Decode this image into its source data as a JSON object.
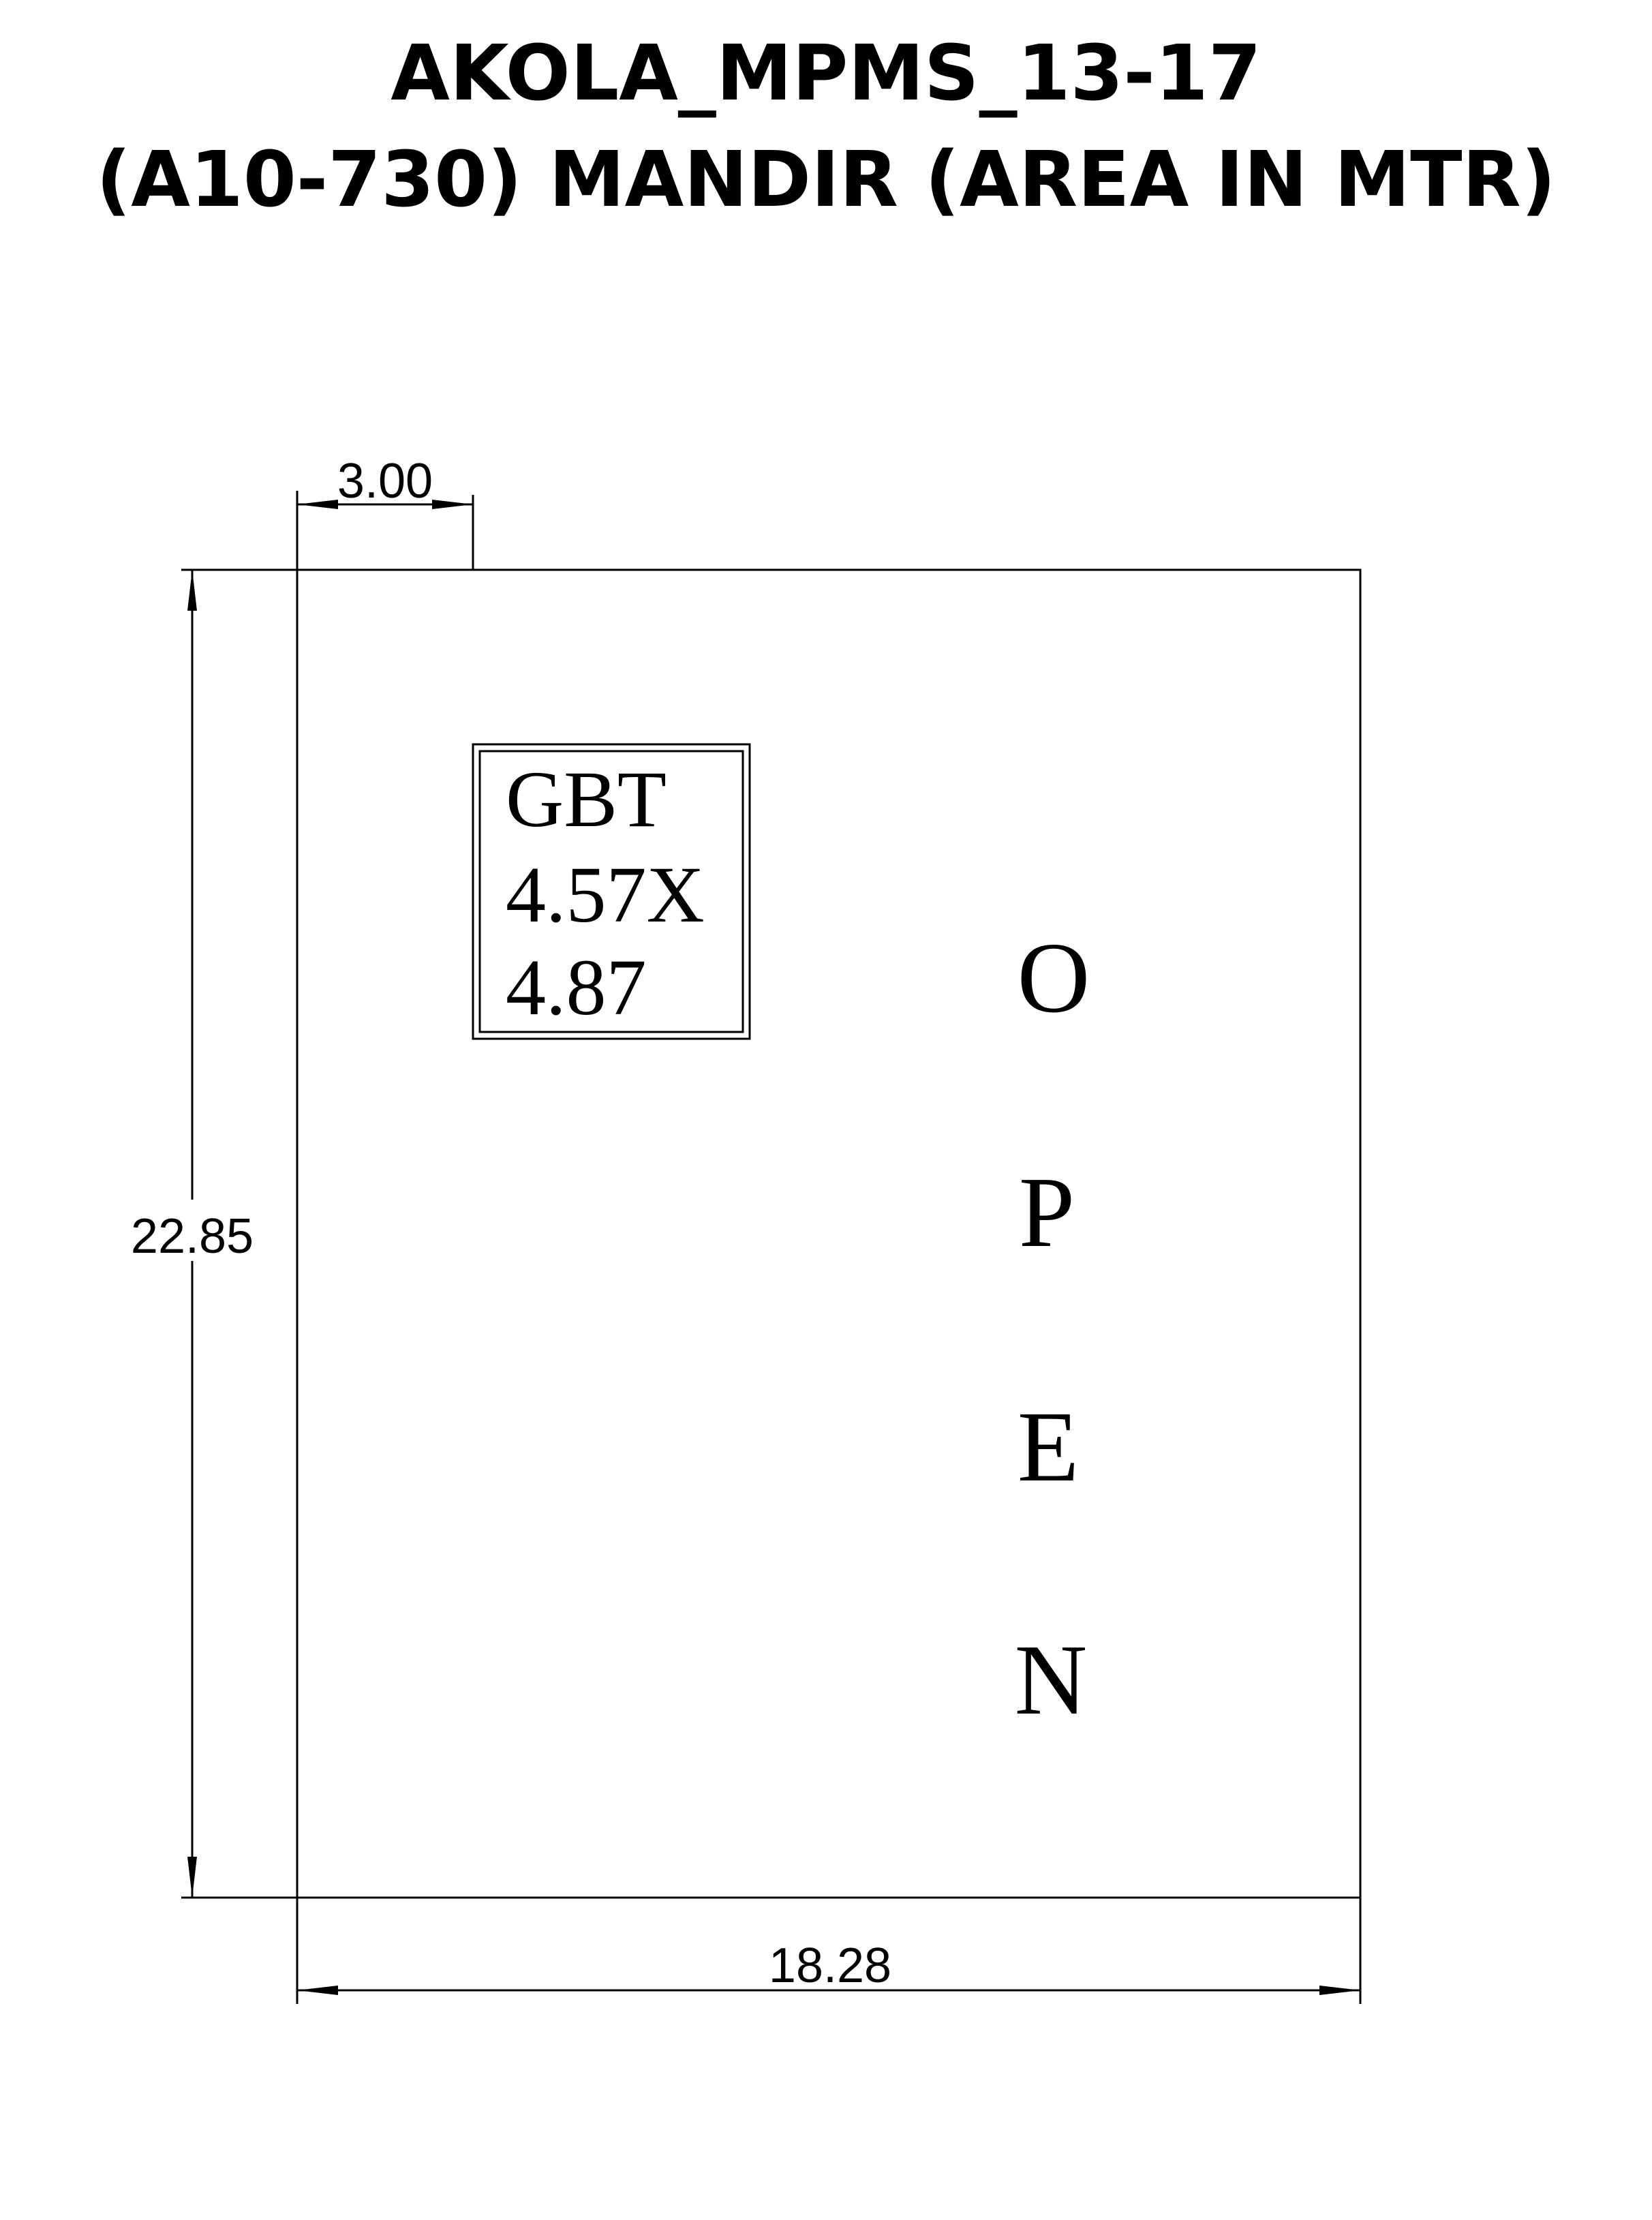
{
  "title": {
    "line1": "AKOLA_MPMS_13-17",
    "line2": "(A10-730) MANDIR (AREA IN MTR)"
  },
  "dimensions": {
    "offset": "3.00",
    "height": "22.85",
    "width": "18.28"
  },
  "gbt_box": {
    "line1": "GBT",
    "line2": "4.57X",
    "line3": "4.87"
  },
  "open_label": {
    "letters": [
      "O",
      "P",
      "E",
      "N"
    ]
  },
  "colors": {
    "ink": "#000000",
    "background": "#ffffff"
  }
}
